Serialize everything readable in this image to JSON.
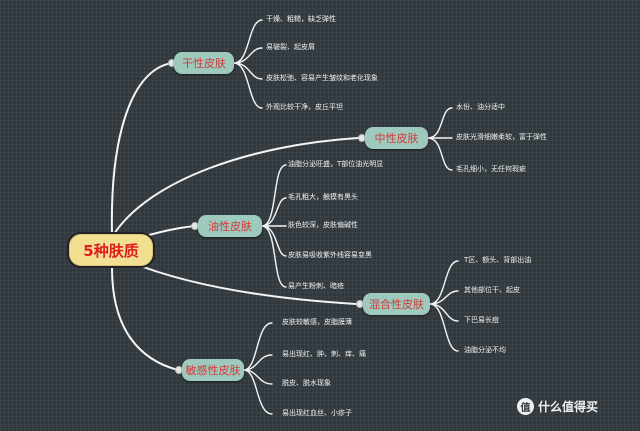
{
  "root": {
    "label": "5种肤质"
  },
  "branches": [
    {
      "label": "干性皮肤",
      "leaves": [
        "干燥、粗糙，缺乏弹性",
        "易皲裂、起皮屑",
        "皮肤松弛、容易产生皱纹和老化现象",
        "外观比较干净，皮丘平坦"
      ]
    },
    {
      "label": "中性皮肤",
      "leaves": [
        "水份、油分适中",
        "皮肤光滑细嫩柔软，富于弹性",
        "毛孔细小，无任何瑕疵"
      ]
    },
    {
      "label": "油性皮肤",
      "leaves": [
        "油脂分泌旺盛，T部位油光明显",
        "毛孔粗大，触摸有黑头",
        "肤色较深，皮肤偏碱性",
        "皮肤易吸收紫外线容易变黑",
        "易产生粉刺、暗疮"
      ]
    },
    {
      "label": "混合性皮肤",
      "leaves": [
        "T区、额头、背部出油",
        "其他部位干、起皮",
        "下巴易长痘",
        "油脂分泌不均"
      ]
    },
    {
      "label": "敏感性皮肤",
      "leaves": [
        "皮肤较敏感，皮脂膜薄",
        "易出现红、肿、刺、痒、痛",
        "脱皮、脱水现象",
        "易出现红血丝、小疹子"
      ]
    }
  ],
  "colors": {
    "background": "#32393e",
    "root_fill": "#f3df92",
    "root_text": "#e01e1e",
    "branch_fill": "#9ec9bd",
    "branch_text": "#d23a3a",
    "leaf_text": "#f2f2f2",
    "connector": "#f5f5f5"
  },
  "watermark": {
    "logo": "值",
    "text": "什么值得买"
  }
}
